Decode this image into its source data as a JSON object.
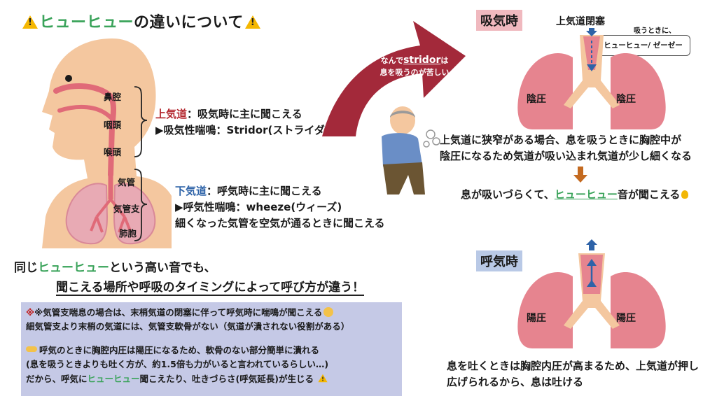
{
  "title": {
    "highlight": "ヒューヒュー",
    "rest": "の違いについて"
  },
  "anatomy": {
    "labels": [
      "鼻腔",
      "咽頭",
      "喉頭",
      "気管",
      "気管支",
      "肺胞"
    ]
  },
  "upper_airway": {
    "term": "上気道",
    "line1": "：吸気時に主に聞こえる",
    "line2": "▶吸気性喘鳴：Stridor(ストライダー)"
  },
  "lower_airway": {
    "term": "下気道",
    "line1": "：呼気時に主に聞こえる",
    "line2": "▶呼気性喘鳴：wheeze(ウィーズ)",
    "line3": "細くなった気管を空気が通るときに聞こえる"
  },
  "question": {
    "prefix": "なんで",
    "word": "stridor",
    "suffix": "は",
    "line2": "息を吸うのが苦しいの？"
  },
  "summary": {
    "pre": "同じ",
    "highlight": "ヒューヒュー",
    "post": "という高い音でも、",
    "line2": "聞こえる場所や呼吸のタイミングによって呼び方が違う！"
  },
  "notes": {
    "line1": "※気管支喘息の場合は、末梢気道の閉塞に伴って呼気時に喘鳴が聞こえる",
    "line2": "細気管支より末梢の気道には、気管支軟骨がない（気道が潰されない役割がある）",
    "line3": "呼気のときに胸腔内圧は陽圧になるため、軟骨のない部分簡単に潰れる",
    "line4": "(息を吸うときよりも吐く方が、約1.5倍も力がいると言われているらしい…)",
    "line5_pre": "だから、呼気に",
    "line5_highlight": "ヒューヒュー",
    "line5_post": "聞こえたり、吐きづらさ(呼気延長)が生じる"
  },
  "inspiration": {
    "label": "吸気時",
    "obstruction": "上気道閉塞",
    "side_title": "吸うときに、",
    "side_sound": "ヒューヒュー/ ゼーゼー",
    "left_lung": "陰圧",
    "right_lung": "陰圧",
    "desc1": "上気道に狭窄がある場合、息を吸うときに胸腔中が",
    "desc2": "陰圧になるため気道が吸い込まれ気道が少し細くなる",
    "result_pre": "息が吸いづらくて、",
    "result_highlight": "ヒューヒュー",
    "result_post": "音が聞こえる"
  },
  "expiration": {
    "label": "呼気時",
    "left_lung": "陽圧",
    "right_lung": "陽圧",
    "desc1": "息を吐くときは胸腔内圧が高まるため、上気道が押し",
    "desc2": "広げられるから、息は吐ける"
  },
  "colors": {
    "accent_green": "#3aa35a",
    "upper_red": "#b3262d",
    "lower_blue": "#2e63a8",
    "arrow_red": "#a3293a",
    "lung_pink": "#e6848f",
    "note_bg": "#c5c9e6",
    "insp_label_bg": "#f0b9bf",
    "exp_label_bg": "#b9c9e6"
  }
}
